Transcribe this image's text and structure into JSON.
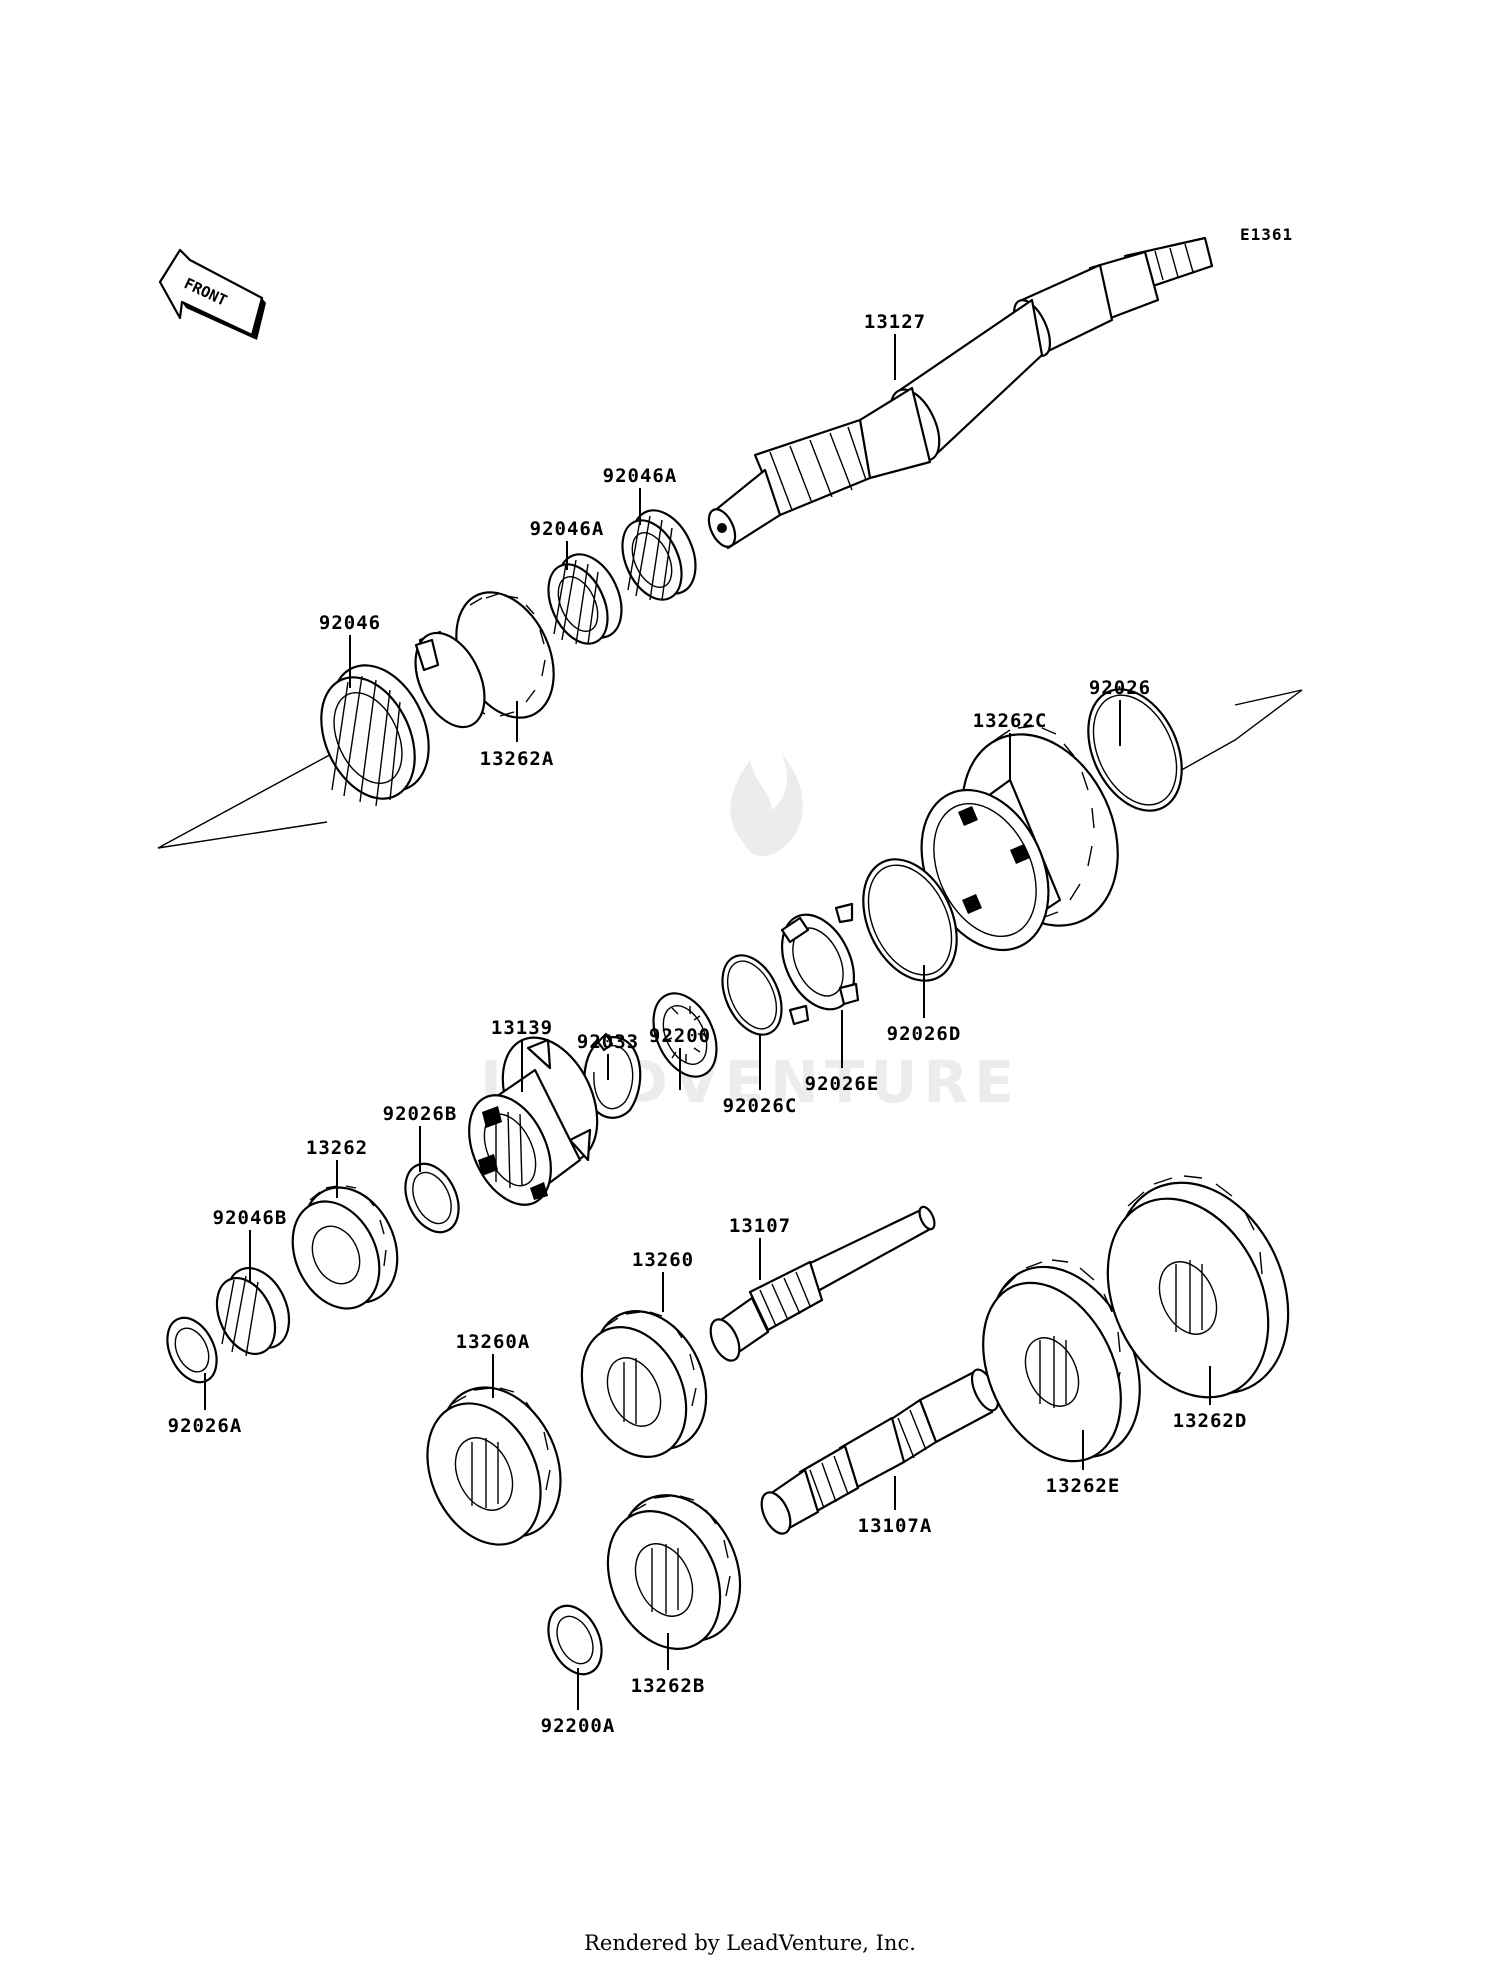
{
  "diagram_code": "E1361",
  "front_label": "FRONT",
  "watermark": "LEADVENTURE",
  "footer": "Rendered by LeadVenture, Inc.",
  "parts": [
    "13127",
    "92046A",
    "92046A",
    "92046",
    "13262A",
    "92026",
    "13262C",
    "92026D",
    "92026E",
    "92200",
    "92033",
    "92026C",
    "13139",
    "92026B",
    "13262",
    "92046B",
    "92026A",
    "13107",
    "13260",
    "13260A",
    "13262D",
    "13262E",
    "13107A",
    "13262B",
    "92200A"
  ]
}
